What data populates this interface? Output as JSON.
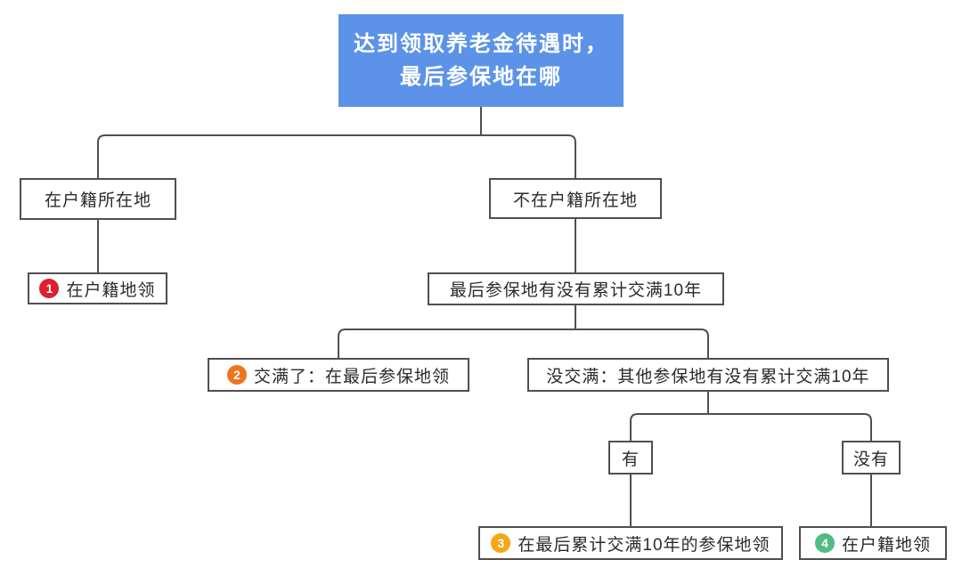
{
  "colors": {
    "root_bg": "#5c93e9",
    "line": "#4f4f4f",
    "badge_1": "#df1f2d",
    "badge_2": "#f0731d",
    "badge_3": "#f6a717",
    "badge_4": "#4fbc82"
  },
  "nodes": {
    "root": {
      "line1": "达到领取养老金待遇时，",
      "line2": "最后参保地在哪"
    },
    "at_hukou": {
      "text": "在户籍所在地"
    },
    "not_at_hukou": {
      "text": "不在户籍所在地"
    },
    "result1": {
      "badge": "1",
      "text": "在户籍地领"
    },
    "last_place_10y": {
      "text": "最后参保地有没有累计交满10年"
    },
    "result2": {
      "badge": "2",
      "text": "交满了：在最后参保地领"
    },
    "other_place_10y": {
      "text": "没交满：其他参保地有没有累计交满10年"
    },
    "has": {
      "text": "有"
    },
    "has_not": {
      "text": "没有"
    },
    "result3": {
      "badge": "3",
      "text": "在最后累计交满10年的参保地领"
    },
    "result4": {
      "badge": "4",
      "text": "在户籍地领"
    }
  }
}
